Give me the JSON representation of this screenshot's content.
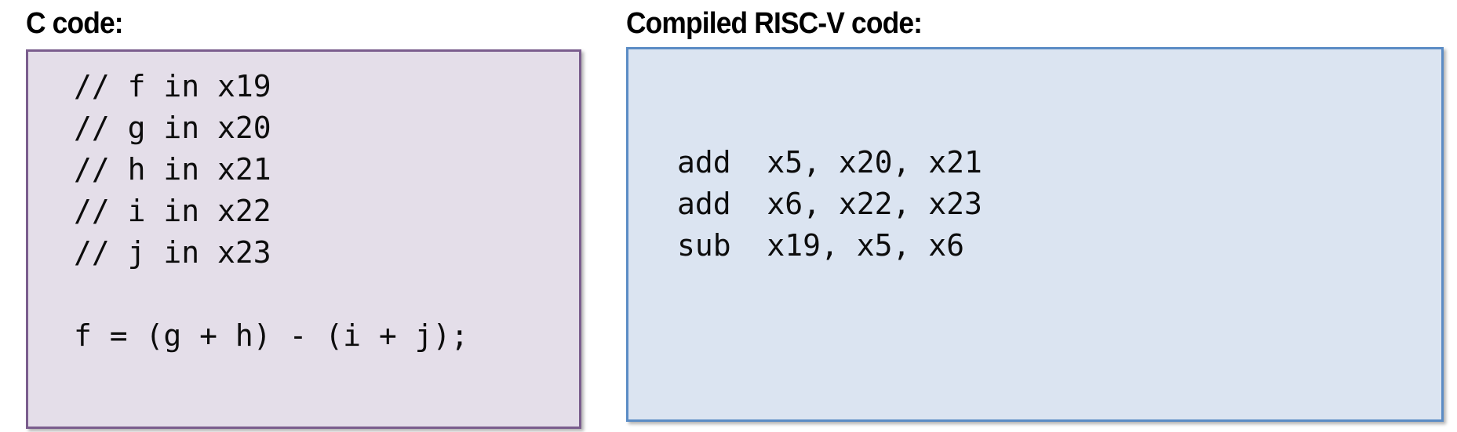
{
  "slide": {
    "background_color": "#ffffff"
  },
  "panels": {
    "c_code": {
      "heading": "C code:",
      "box": {
        "fill_color": "#e4dee9",
        "border_color": "#7a5d8d"
      },
      "lines": [
        "// f in x19",
        "// g in x20",
        "// h in x21",
        "// i in x22",
        "// j in x23",
        "",
        "f = (g + h) - (i + j);"
      ]
    },
    "riscv_code": {
      "heading": "Compiled RISC-V code:",
      "box": {
        "fill_color": "#dbe4f1",
        "border_color": "#5b8cc5"
      },
      "lines": [
        "add  x5, x20, x21",
        "add  x6, x22, x23",
        "sub  x19, x5, x6"
      ]
    }
  }
}
